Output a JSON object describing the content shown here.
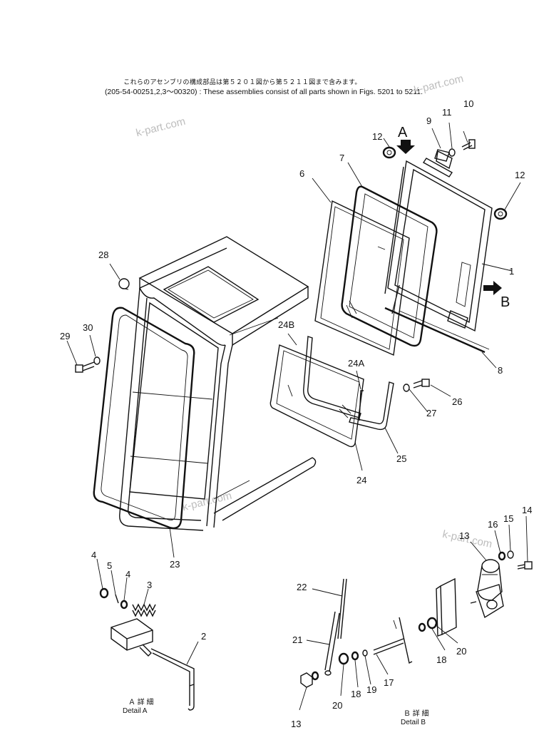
{
  "header": {
    "japanese_note": "これらのアセンブリの構成部品は第５２０１図から第５２１１図まで含みます。",
    "english_note": "(205-54-00251,2,3～00320) : These assemblies consist of all parts shown in Figs. 5201 to 5211."
  },
  "watermarks": [
    "k-part.com",
    "k-part.com",
    "k-part.com",
    "k-part.com"
  ],
  "view_markers": {
    "a": "A",
    "b": "B"
  },
  "callouts": {
    "c1": "1",
    "c2": "2",
    "c3": "3",
    "c4a": "4",
    "c4b": "4",
    "c5": "5",
    "c6": "6",
    "c7": "7",
    "c8": "8",
    "c9": "9",
    "c10": "10",
    "c11": "11",
    "c12a": "12",
    "c12b": "12",
    "c13a": "13",
    "c13b": "13",
    "c14": "14",
    "c15": "15",
    "c16": "16",
    "c17": "17",
    "c18a": "18",
    "c18b": "18",
    "c19": "19",
    "c20a": "20",
    "c20b": "20",
    "c21": "21",
    "c22": "22",
    "c23": "23",
    "c24": "24",
    "c24a": "24A",
    "c24b": "24B",
    "c25": "25",
    "c26": "26",
    "c27": "27",
    "c28": "28",
    "c29": "29",
    "c30": "30"
  },
  "details": {
    "a_jp": "Ａ 詳 細",
    "a_en": "Detail A",
    "b_jp": "Ｂ 詳 細",
    "b_en": "Detail B"
  }
}
